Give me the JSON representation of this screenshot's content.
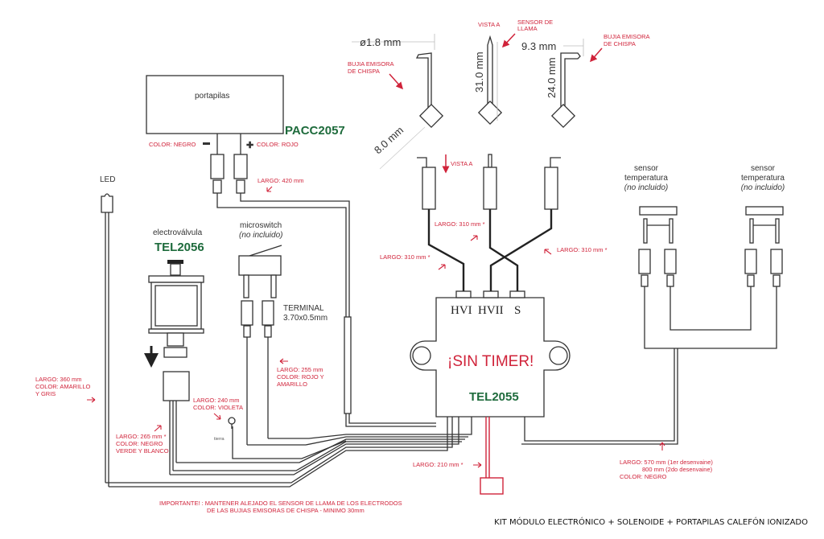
{
  "title": "KIT MÓDULO ELECTRÓNICO + SOLENOIDE + PORTAPILAS CALEFÓN IONIZADO",
  "components": {
    "battery_holder": {
      "label": "portapilas",
      "code": "PACC2057",
      "neg_color": "COLOR: NEGRO",
      "pos_color": "COLOR: ROJO",
      "length": "LARGO: 420 mm"
    },
    "led": {
      "label": "LED"
    },
    "solenoid_valve": {
      "label": "electroválvula",
      "code": "TEL2056"
    },
    "microswitch": {
      "label": "microswitch",
      "note": "(no incluido)",
      "terminal_line1": "TERMINAL",
      "terminal_line2": "3.70x0.5mm"
    },
    "module": {
      "code": "TEL2055",
      "warning": "¡SIN TIMER!",
      "ports": [
        "HVI",
        "HVII",
        "S"
      ]
    },
    "temp_sensor_1": {
      "label_line1": "sensor",
      "label_line2": "temperatura",
      "note": "(no incluido)"
    },
    "temp_sensor_2": {
      "label_line1": "sensor",
      "label_line2": "temperatura",
      "note": "(no incluido)"
    },
    "ground": {
      "label": "tierra"
    }
  },
  "electrodes": {
    "dims": {
      "diameter": "ø1.8 mm",
      "side": "8.0 mm",
      "sensor_length": "31.0 mm",
      "spark_width": "9.3 mm",
      "spark_length": "24.0 mm"
    },
    "labels": {
      "spark_left_1": "BUJIA EMISORA",
      "spark_left_2": "DE CHISPA",
      "view_a": "VISTA A",
      "flame_1": "SENSOR DE",
      "flame_2": "LLAMA",
      "spark_right_1": "BUJIA EMISORA",
      "spark_right_2": "DE CHISPA",
      "view_a_lower": "VISTA A"
    }
  },
  "annotations": {
    "hv_left": "LARGO: 310 mm *",
    "hv_middle": "LARGO: 310 mm *",
    "hv_right": "LARGO: 310 mm *",
    "led_1": "LARGO: 360 mm",
    "led_2": "COLOR: AMARILLO",
    "led_3": "Y GRIS",
    "micro_1": "LARGO: 255 mm",
    "micro_2": "COLOR: ROJO Y",
    "micro_3": "AMARILLO",
    "ground_1": "LARGO: 240 mm",
    "ground_2": "COLOR: VIOLETA",
    "valve_1": "LARGO: 265 mm *",
    "valve_2": "COLOR: NEGRO",
    "valve_3": "VERDE Y BLANCO",
    "power": "LARGO: 210 mm *",
    "sensor_1": "LARGO: 570 mm (1er desenvaine)",
    "sensor_2": "800 mm (2do desenvaine)",
    "sensor_3": "COLOR: NEGRO",
    "important_1": "IMPORTANTE! : MANTENER ALEJADO EL SENSOR DE LLAMA DE LOS ELECTRODOS",
    "important_2": "DE LAS BUJIAS EMISORAS DE CHISPA - MINIMO 30mm"
  }
}
